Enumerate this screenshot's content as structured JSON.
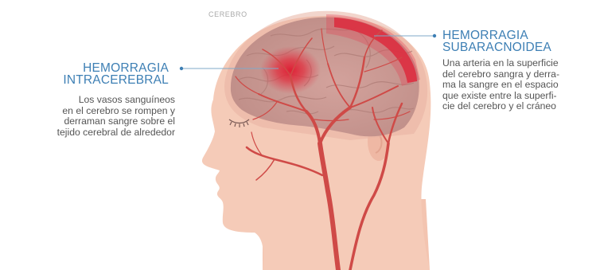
{
  "labels": {
    "brain": "CEREBRO"
  },
  "intracerebral": {
    "title_lines": [
      "HEMORRAGIA",
      "INTRACEREBRAL"
    ],
    "description_lines": [
      "Los vasos sanguíneos",
      "en el cerebro se rompen y",
      "derraman sangre sobre el",
      "tejido cerebral de alrededor"
    ]
  },
  "subarachnoid": {
    "title_lines": [
      "HEMORRAGIA",
      "SUBARACNOIDEA"
    ],
    "description_lines": [
      "Una arteria en la superficie",
      "del cerebro sangra y derra-",
      "ma la sangre en el espacio",
      "que existe entre la superfi-",
      "cie del cerebro y el cráneo"
    ]
  },
  "colors": {
    "title_blue": "#3d7fb4",
    "skin": "#f5c9b6",
    "brain": "#c99993",
    "vessel": "#cf4a47",
    "hemorrhage": "#d92535",
    "text_gray": "#555555"
  }
}
